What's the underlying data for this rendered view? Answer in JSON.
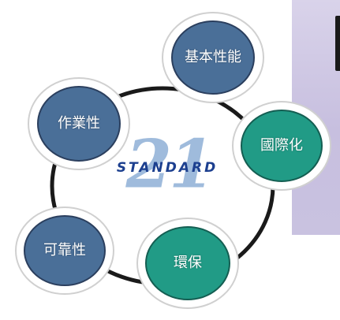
{
  "diagram": {
    "center": {
      "word": "STANDARD",
      "number": "21"
    },
    "nodes": [
      {
        "id": "basic",
        "label": "基本性能",
        "color": "#4a6f98"
      },
      {
        "id": "intl",
        "label": "國際化",
        "color": "#219b86"
      },
      {
        "id": "env",
        "label": "環保",
        "color": "#219b86"
      },
      {
        "id": "maint",
        "label": "可靠性",
        "color": "#4a6f98"
      },
      {
        "id": "work",
        "label": "作業性",
        "color": "#4a6f98"
      }
    ]
  }
}
